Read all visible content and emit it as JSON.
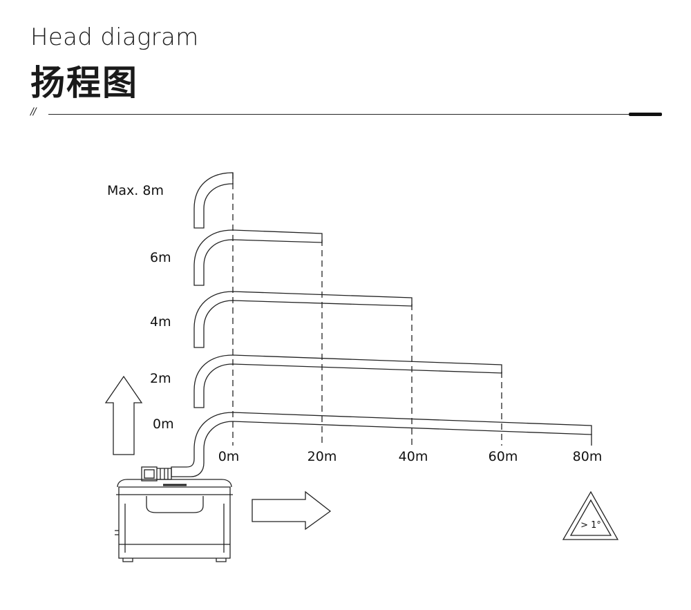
{
  "header": {
    "title_en": "Head diagram",
    "title_zh": "扬程图",
    "divider_mark": "//"
  },
  "diagram": {
    "height_labels": [
      "Max. 8m",
      "6m",
      "4m",
      "2m",
      "0m"
    ],
    "distance_labels": [
      "0m",
      "20m",
      "40m",
      "60m",
      "80m"
    ],
    "slope_sign": "> 1°",
    "line_color": "#222222"
  }
}
